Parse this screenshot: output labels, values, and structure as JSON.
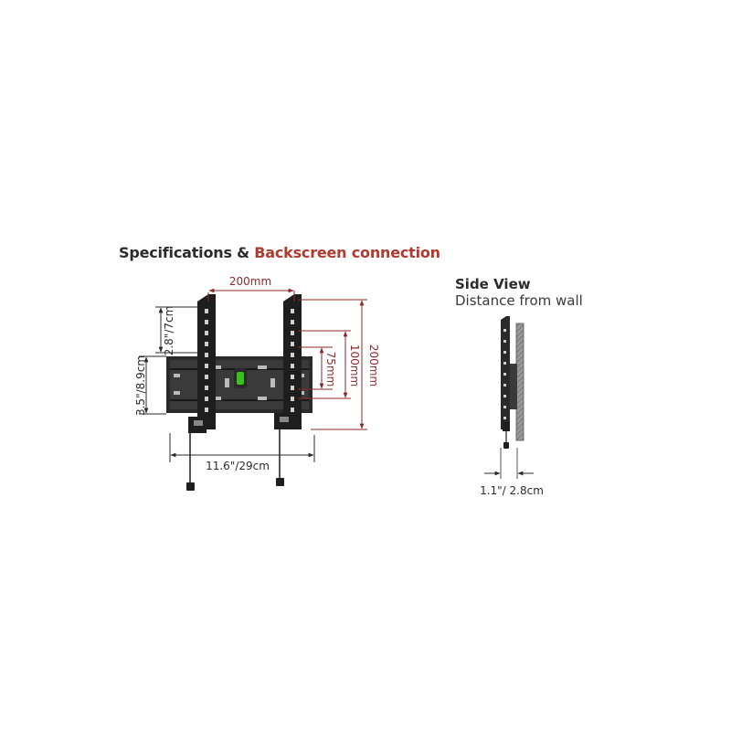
{
  "heading": {
    "part1": "Specifications & ",
    "part2": "Backscreen connection",
    "accent_color": "#b03a2e"
  },
  "side_view": {
    "title": "Side View",
    "subtitle": "Distance from wall"
  },
  "dimensions": {
    "width_top": "200mm",
    "height_outer": "200mm",
    "height_mid": "100mm",
    "height_inner": "75mm",
    "left_upper": "2.8\"/7cm",
    "left_lower": "3.5\"/8.9cm",
    "bottom_width": "11.6\"/29cm",
    "wall_distance": "1.1\"/ 2.8cm"
  },
  "colors": {
    "dimension_red": "#8f2a2a",
    "bracket_black": "#1e1e1e",
    "level_green": "#35c21a"
  }
}
